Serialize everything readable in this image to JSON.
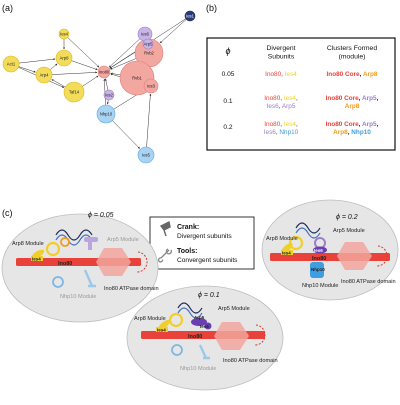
{
  "panels": {
    "a": "(a)",
    "b": "(b)",
    "c": "(c)"
  },
  "colors": {
    "red": "#e8423a",
    "orange": "#f29a1b",
    "yellow": "#f1cf2b",
    "purple": "#9a7fc9",
    "blue": "#3f9de0",
    "gray": "#aaaaaa",
    "navy": "#1a2a5a"
  },
  "network": {
    "nodes": [
      {
        "id": "Ies4",
        "label": "Ies4",
        "group": "yellow"
      },
      {
        "id": "Arp8",
        "label": "Arp8",
        "group": "yellow"
      },
      {
        "id": "Act1",
        "label": "Act1",
        "group": "yellow"
      },
      {
        "id": "Arp4",
        "label": "Arp4",
        "group": "yellow"
      },
      {
        "id": "Taf14",
        "label": "Taf14",
        "group": "yellow"
      },
      {
        "id": "Ies1",
        "label": "Ies1",
        "group": "navy"
      },
      {
        "id": "Rvb2",
        "label": "Rvb2",
        "group": "red"
      },
      {
        "id": "Rvb1",
        "label": "Rvb1",
        "group": "red"
      },
      {
        "id": "Ino80",
        "label": "Ino80",
        "group": "red"
      },
      {
        "id": "Ies3",
        "label": "Ies3",
        "group": "red"
      },
      {
        "id": "Ies6",
        "label": "Ies6",
        "group": "purple"
      },
      {
        "id": "Arp5",
        "label": "Arp5",
        "group": "purple"
      },
      {
        "id": "Ies2",
        "label": "Ies2",
        "group": "purple"
      },
      {
        "id": "Nhp10",
        "label": "Nhp10",
        "group": "blue"
      },
      {
        "id": "Ies5",
        "label": "Ies5",
        "group": "blue"
      }
    ]
  },
  "table": {
    "headers": [
      "ϕ",
      "Divergent Subunits",
      "Clusters Formed (module)"
    ],
    "rows": [
      {
        "phi": "0.05",
        "divergent": [
          [
            "Ino80",
            "red"
          ],
          [
            ", ",
            "plain"
          ],
          [
            "Ies4",
            "yellow"
          ]
        ],
        "clusters": [
          [
            "Ino80 Core",
            "red"
          ],
          [
            ", ",
            "plain"
          ],
          [
            "Arp8",
            "orange"
          ]
        ]
      },
      {
        "phi": "0.1",
        "divergent": [
          [
            "Ino80",
            "red"
          ],
          [
            ", ",
            "plain"
          ],
          [
            "Ies4",
            "yellow"
          ],
          [
            ", ",
            "plain"
          ],
          [
            "Ies6",
            "purple"
          ],
          [
            ", ",
            "plain"
          ],
          [
            "Arp5",
            "purple"
          ]
        ],
        "clusters": [
          [
            "Ino80 Core",
            "red"
          ],
          [
            ", ",
            "plain"
          ],
          [
            "Arp5",
            "purple"
          ],
          [
            ", ",
            "plain"
          ],
          [
            "Arp8",
            "orange"
          ]
        ]
      },
      {
        "phi": "0.2",
        "divergent": [
          [
            "Ino80",
            "red"
          ],
          [
            ", ",
            "plain"
          ],
          [
            "Ies4",
            "yellow"
          ],
          [
            ", ",
            "plain"
          ],
          [
            "Ies6",
            "purple"
          ],
          [
            ", ",
            "plain"
          ],
          [
            "Nhp10",
            "blue"
          ]
        ],
        "clusters": [
          [
            "Ino80 Core",
            "red"
          ],
          [
            ", ",
            "plain"
          ],
          [
            "Arp5",
            "purple"
          ],
          [
            ", ",
            "plain"
          ],
          [
            "Arp8",
            "orange"
          ],
          [
            ", ",
            "plain"
          ],
          [
            "Nhp10",
            "blue"
          ]
        ]
      }
    ]
  },
  "legend": {
    "crank_title": "Crank:",
    "crank_desc": "Divergent subunits",
    "tools_title": "Tools:",
    "tools_desc": "Convergent subunits"
  },
  "cells": [
    {
      "phi": "ϕ = 0.05",
      "bar": "Ino80",
      "tag": "Ies4",
      "labels": {
        "arp8": "Arp8 Module",
        "arp5": "Arp5 Module",
        "nhp10": "Nhp10 Module",
        "atpase": "Ino80 ATPase domain"
      }
    },
    {
      "phi": "ϕ = 0.1",
      "bar": "Ino80",
      "tag": "Ies4",
      "tag2": "Arp5",
      "tag3": "Ies6",
      "labels": {
        "arp8": "Arp8 Module",
        "arp5": "Arp5 Module",
        "nhp10": "Nhp10 Module",
        "atpase": "Ino80 ATPase domain"
      }
    },
    {
      "phi": "ϕ = 0.2",
      "bar": "Ino80",
      "tag": "Ies4",
      "tag3": "Ies6",
      "tag4": "Nhp10",
      "labels": {
        "arp8": "Arp8 Module",
        "arp5": "Arp5 Module",
        "nhp10": "Nhp10 Module",
        "atpase": "Ino80 ATPase domain"
      }
    }
  ]
}
